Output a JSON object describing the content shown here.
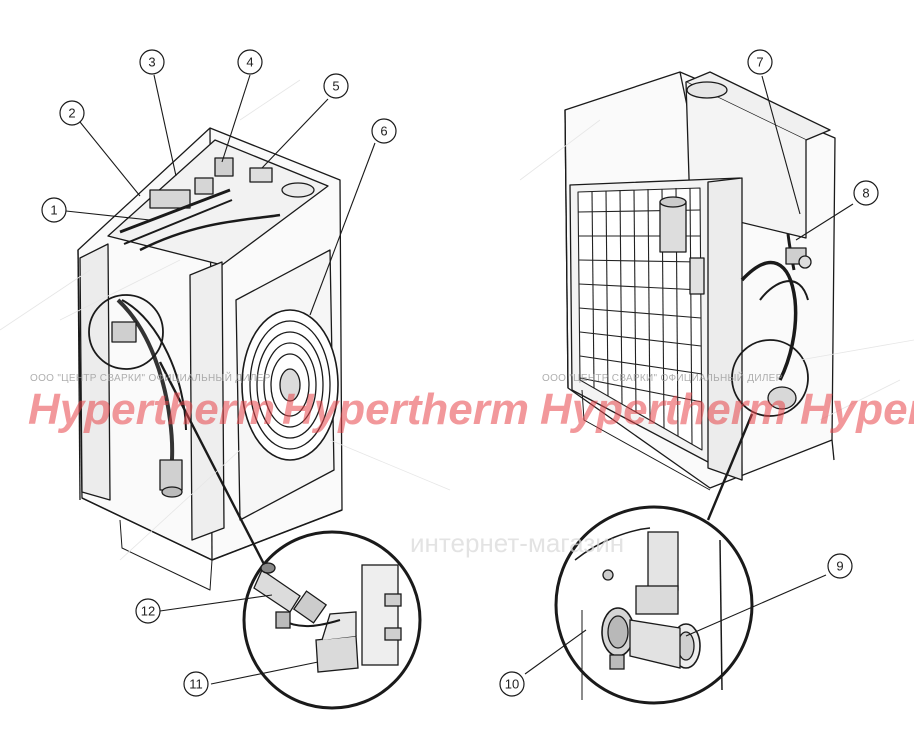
{
  "callouts": [
    {
      "id": "1",
      "label": "1"
    },
    {
      "id": "2",
      "label": "2"
    },
    {
      "id": "3",
      "label": "3"
    },
    {
      "id": "4",
      "label": "4"
    },
    {
      "id": "5",
      "label": "5"
    },
    {
      "id": "6",
      "label": "6"
    },
    {
      "id": "7",
      "label": "7"
    },
    {
      "id": "8",
      "label": "8"
    },
    {
      "id": "9",
      "label": "9"
    },
    {
      "id": "10",
      "label": "10"
    },
    {
      "id": "11",
      "label": "11"
    },
    {
      "id": "12",
      "label": "12"
    }
  ],
  "watermark": {
    "brand": "Hypertherm",
    "dealer_line": "ООО \"ЦЕНТР СВАРКИ\" ОФИЦИАЛЬНЫЙ ДИЛЕР",
    "site_line": "интернет-магазин"
  }
}
